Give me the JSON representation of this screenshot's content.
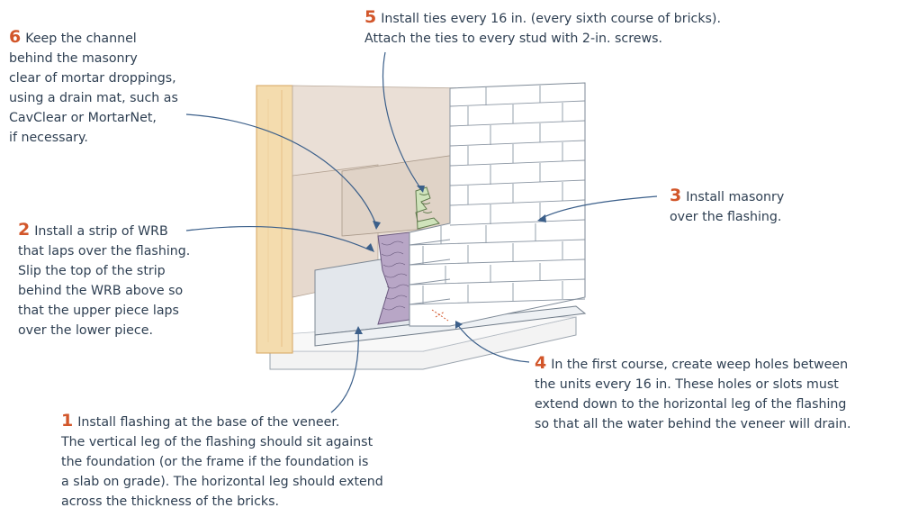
{
  "callouts": [
    {
      "id": "6",
      "number": "6",
      "lines": [
        "Keep the channel",
        "behind the masonry",
        "clear of mortar droppings,",
        "using a drain mat, such as",
        "CavClear or MortarNet,",
        "if necessary."
      ]
    },
    {
      "id": "5",
      "number": "5",
      "lines": [
        "Install ties every 16 in. (every sixth course of bricks).",
        "Attach the ties to every stud with 2-in. screws."
      ]
    },
    {
      "id": "3",
      "number": "3",
      "lines": [
        "Install masonry",
        "over the flashing."
      ]
    },
    {
      "id": "2",
      "number": "2",
      "lines": [
        "Install a strip of WRB",
        "that laps over the flashing.",
        "Slip the top of the strip",
        "behind the WRB above so",
        "that the upper piece laps",
        "over the lower piece."
      ]
    },
    {
      "id": "4",
      "number": "4",
      "lines": [
        "In the first course, create weep holes between",
        "the units every 16 in. These holes or slots must",
        "extend down to the horizontal leg of the flashing",
        "so that all the water behind the veneer will drain."
      ]
    },
    {
      "id": "1",
      "number": "1",
      "lines": [
        "Install flashing at the base of the veneer.",
        "The vertical leg of the flashing should sit against",
        "the foundation (or the frame if the foundation is",
        "a slab on grade). The horizontal leg should extend",
        "across the thickness of the bricks."
      ]
    }
  ],
  "colors": {
    "accent_number": "#d2562a",
    "text": "#2e3f52",
    "leader_line": "#3b5f8a",
    "wood_stud": "#f2d7a6",
    "wood_edge": "#d9a862",
    "wrb_sheet": "#eadfd6",
    "brick_mortar": "#c9ced6",
    "brick_face": "#ffffff",
    "flashing": "#e6e9ee",
    "foundation": "#f4f4f4",
    "drain_mat": "#b9a8c7",
    "tie": "#c9dfb4"
  }
}
